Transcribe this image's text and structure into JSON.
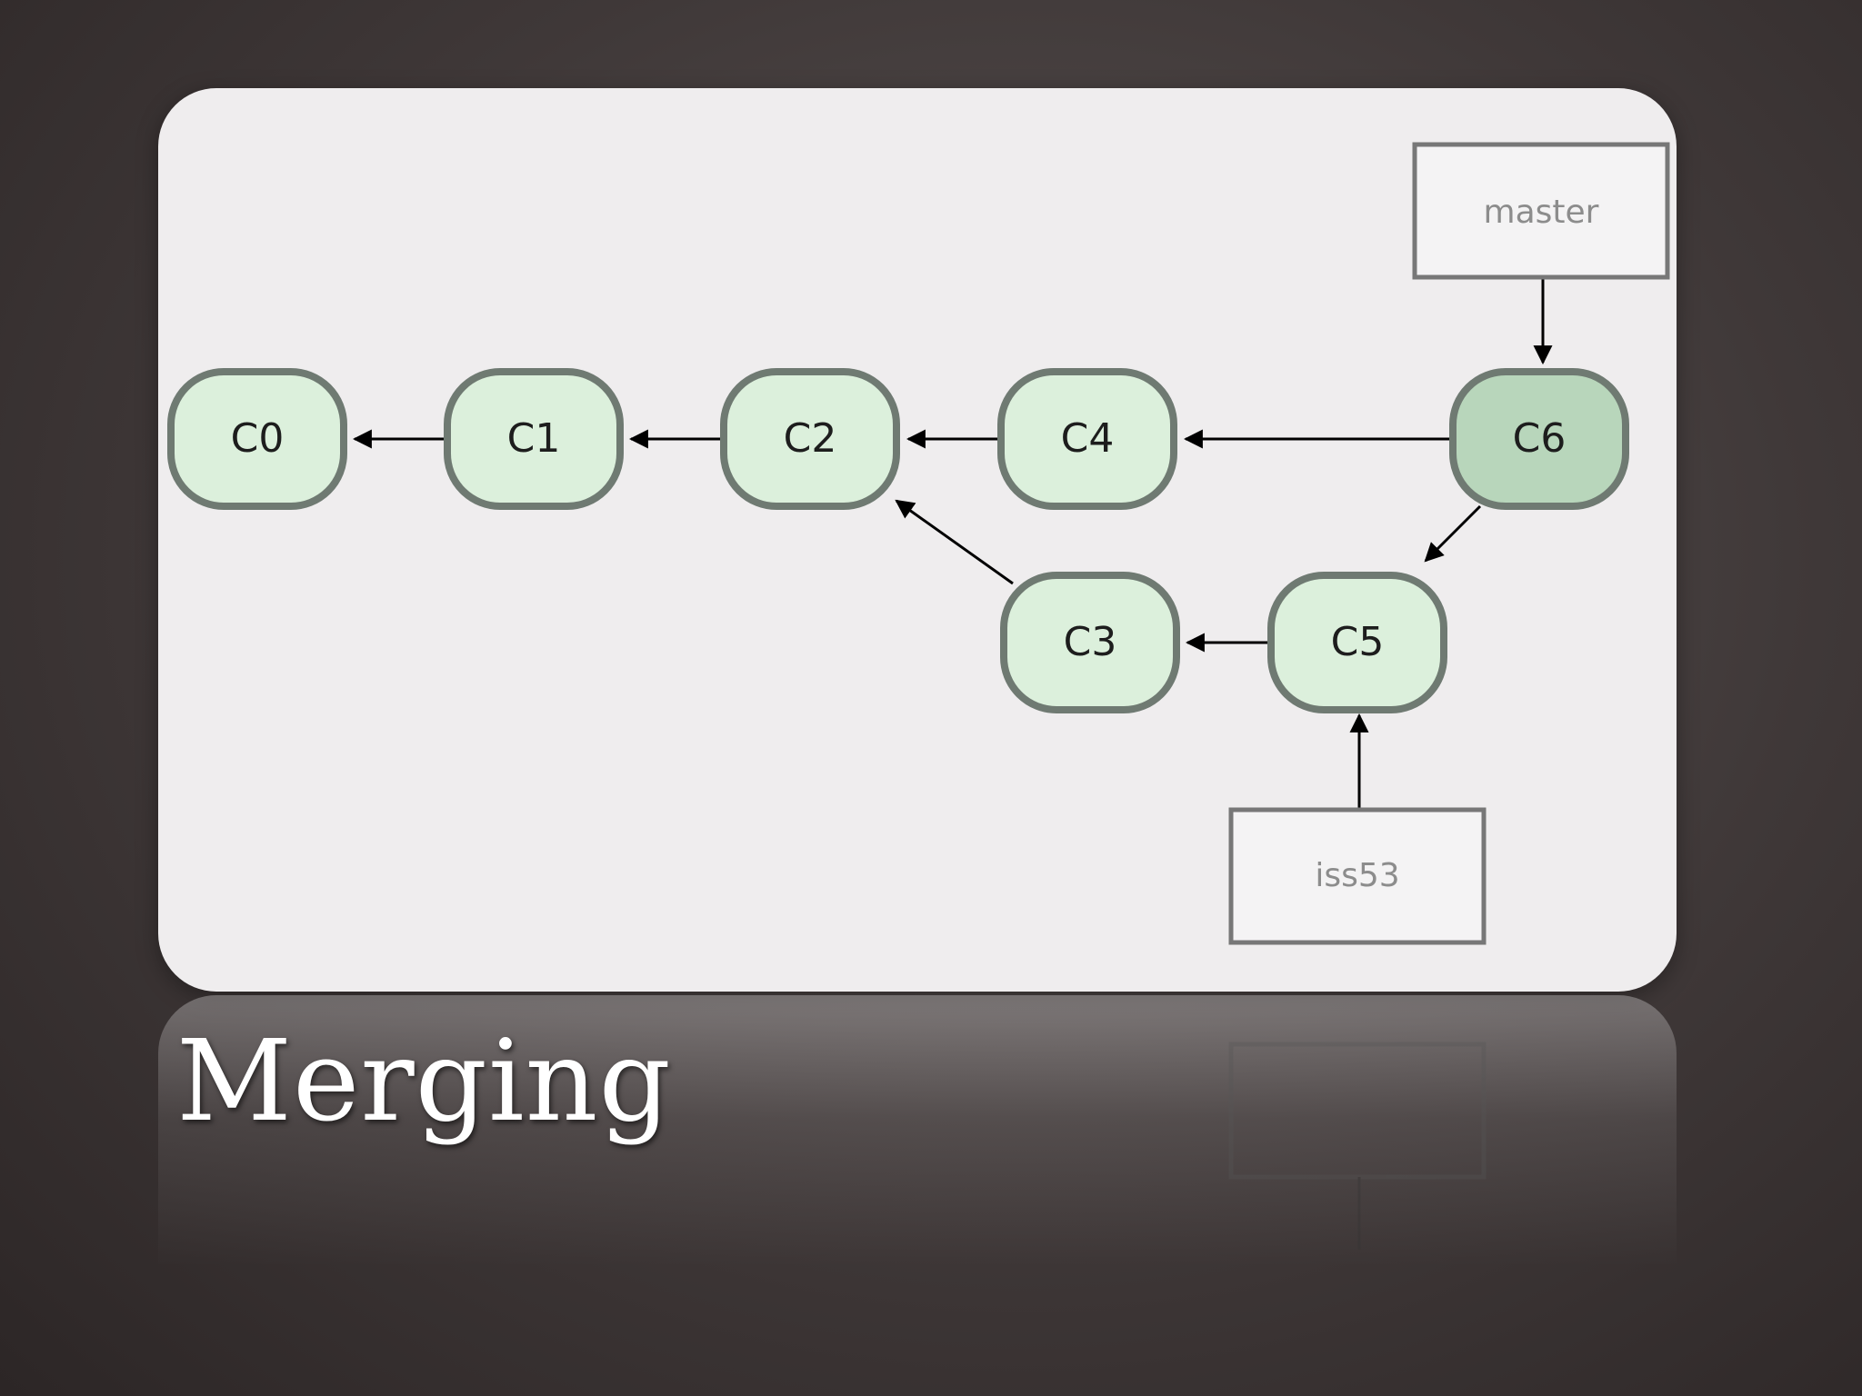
{
  "slide": {
    "title": "Merging"
  },
  "diagram": {
    "commits": [
      {
        "id": "C0",
        "highlight": false
      },
      {
        "id": "C1",
        "highlight": false
      },
      {
        "id": "C2",
        "highlight": false
      },
      {
        "id": "C4",
        "highlight": false
      },
      {
        "id": "C6",
        "highlight": true
      },
      {
        "id": "C3",
        "highlight": false
      },
      {
        "id": "C5",
        "highlight": false
      }
    ],
    "edges": [
      [
        "C1",
        "C0"
      ],
      [
        "C2",
        "C1"
      ],
      [
        "C4",
        "C2"
      ],
      [
        "C6",
        "C4"
      ],
      [
        "C6",
        "C5"
      ],
      [
        "C5",
        "C3"
      ],
      [
        "C3",
        "C2"
      ]
    ],
    "branches": [
      {
        "name": "master",
        "points_to": "C6"
      },
      {
        "name": "iss53",
        "points_to": "C5"
      }
    ],
    "colors": {
      "commit_fill": "#dcf0dc",
      "commit_fill_highlight": "#b8d6bb",
      "commit_stroke": "#6f7a72",
      "arrow": "#000000",
      "branch_stroke": "#777777",
      "branch_fill": "#f4f3f4"
    }
  }
}
